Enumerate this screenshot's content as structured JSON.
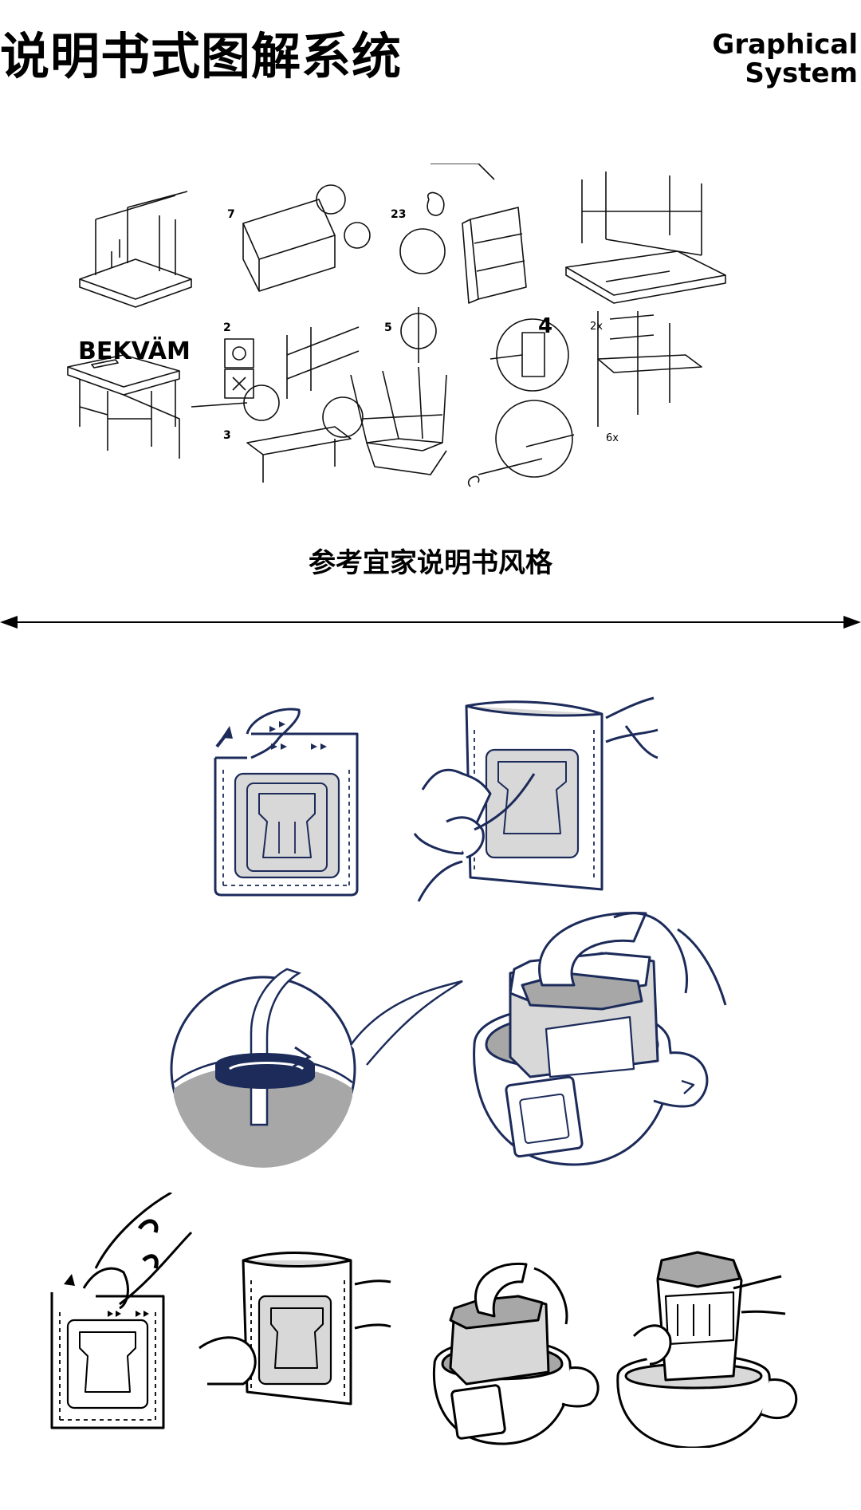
{
  "header": {
    "title_cn": "说明书式图解系统",
    "title_en_line1": "Graphical",
    "title_en_line2": "System"
  },
  "reference": {
    "brand_label": "BEKVÄM",
    "step_numbers": [
      "7",
      "23",
      "2",
      "3",
      "5",
      "4"
    ],
    "callouts": [
      "2x",
      "6x"
    ],
    "caption": "参考宜家说明书风格"
  },
  "colors": {
    "navy": "#1c2b5a",
    "light_gray": "#d8d8d8",
    "mid_gray": "#a7a7a7",
    "ink": "#000000"
  }
}
